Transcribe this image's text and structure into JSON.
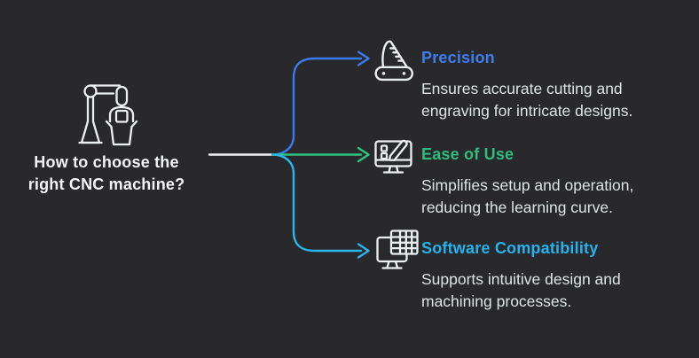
{
  "canvas": {
    "background_color": "#29292b"
  },
  "root_node": {
    "icon": "cnc-robot-arm-packing-icon",
    "question": "How to choose the\nright CNC machine?",
    "text_color": "#f3f4f5"
  },
  "connector": {
    "stem_color": "#f2f2f2",
    "arrow_style": "open-chevron"
  },
  "branches": [
    {
      "id": "precision",
      "label": "Precision",
      "description": "Ensures accurate cutting and\nengraving for intricate designs.",
      "accent_color": "#3e7df1",
      "line_color": "#3b7bef",
      "icon": "pocket-knife-ruler-icon"
    },
    {
      "id": "ease-of-use",
      "label": "Ease of Use",
      "description": "Simplifies setup and operation,\nreducing the learning curve.",
      "accent_color": "#2ebd7e",
      "line_color": "#2ec47f",
      "icon": "monitor-pencil-icon"
    },
    {
      "id": "software-compatibility",
      "label": "Software Compatibility",
      "description": "Supports intuitive design and\nmachining processes.",
      "accent_color": "#25b2ee",
      "line_color": "#29b5ee",
      "icon": "monitor-spreadsheet-icon"
    }
  ]
}
